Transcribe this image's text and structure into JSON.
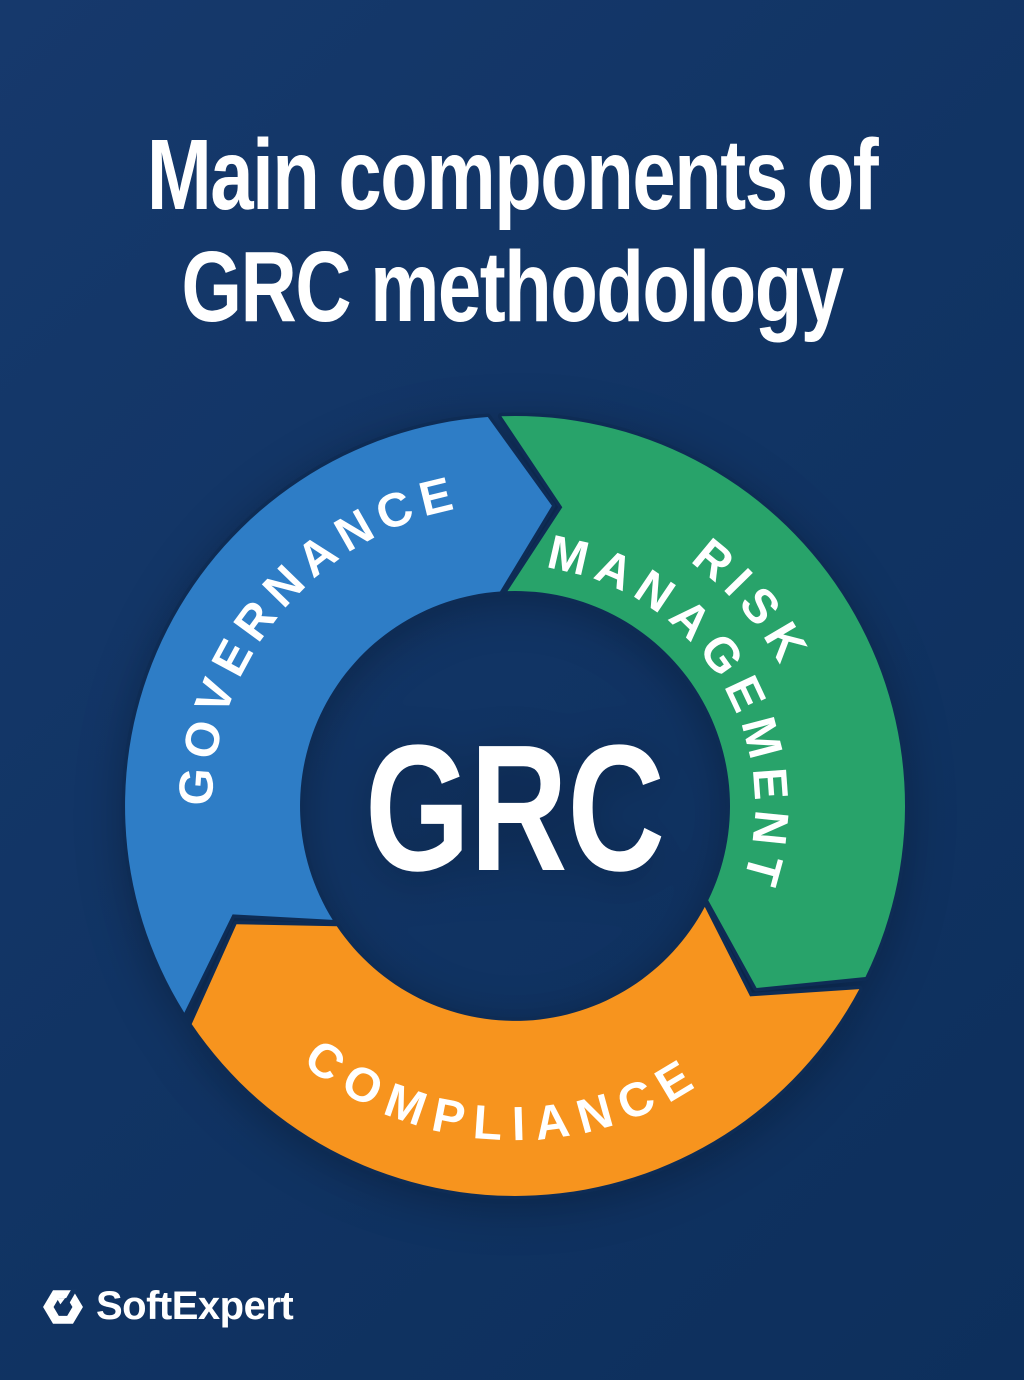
{
  "title": {
    "line1": "Main components of",
    "line2": "GRC methodology"
  },
  "diagram": {
    "center_label": "GRC",
    "flow_direction": "clockwise",
    "segments": [
      {
        "name": "governance",
        "label": "GOVERNANCE",
        "color": "#2E7DC6"
      },
      {
        "name": "risk-management",
        "label": "RISK MANAGEMENT",
        "label_line1": "RISK",
        "label_line2": "MANAGEMENT",
        "color": "#28A36A"
      },
      {
        "name": "compliance",
        "label": "COMPLIANCE",
        "color": "#F7941E"
      }
    ],
    "colors": {
      "background": "#113464",
      "segment_outline": "#0E2C55",
      "label_text": "#FFFFFF"
    }
  },
  "footer": {
    "brand": "SoftExpert",
    "logo_icon": "hexagon-icon"
  }
}
